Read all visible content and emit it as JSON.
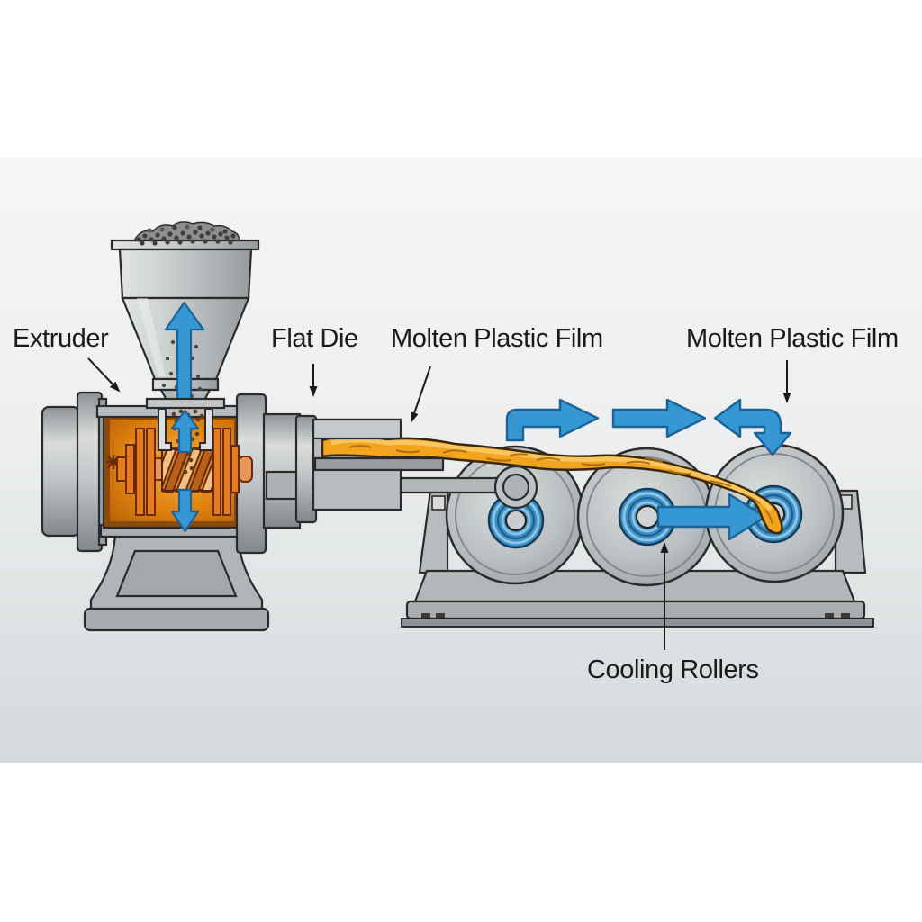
{
  "diagram": {
    "subject": "plastic-film-extrusion-process",
    "labels": {
      "extruder": "Extruder",
      "flat_die": "Flat Die",
      "molten_plastic_film_1": "Molten Plastic Film",
      "molten_plastic_film_2": "Molten Plastic Film",
      "cooling_rollers": "Cooling Rollers"
    },
    "components": [
      "pellet-hopper",
      "extruder-barrel",
      "extruder-screw",
      "feed-throat",
      "flat-die",
      "molten-plastic-film",
      "cooling-roller-1",
      "cooling-roller-2",
      "cooling-roller-3",
      "machine-base"
    ],
    "colors": {
      "arrow_blue": "#3598d4",
      "arrow_blue_stroke": "#1b6396",
      "molten_orange": "#f2a41f",
      "barrel_orange": "#e0820f",
      "machine_gray": "#b9bcbe",
      "outline": "#2b2b2b",
      "label_text": "#1a1a1a",
      "background_top": "#f5f6f6",
      "background_bottom": "#d5d9db"
    }
  }
}
